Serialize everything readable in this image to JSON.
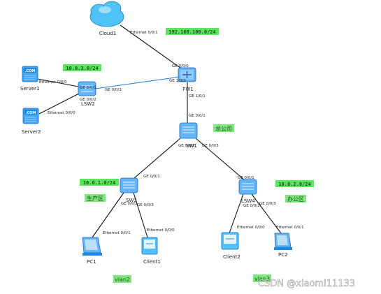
{
  "colors": {
    "link": "#111111",
    "link_highlight": "#2b7de0",
    "subnet_badge": "#5ee35e",
    "device_blue": "#1e88e5",
    "cloud_blue": "#4fc3f7"
  },
  "devices": {
    "cloud1": {
      "label": "Cloud1",
      "icon": "cloud-icon"
    },
    "fw1": {
      "label": "FW1",
      "icon": "firewall-icon"
    },
    "lsw2": {
      "label": "LSW2",
      "icon": "switch-icon"
    },
    "server1": {
      "label": "Server1",
      "icon": "server-icon",
      "badge": ".COM"
    },
    "server2": {
      "label": "Server2",
      "icon": "server-icon",
      "badge": ".COM"
    },
    "sw1": {
      "label": "SW1",
      "icon": "switch-icon"
    },
    "sw3": {
      "label": "SW3",
      "icon": "switch-icon"
    },
    "lsw4": {
      "label": "LSW4",
      "icon": "switch-icon"
    },
    "pc1": {
      "label": "PC1",
      "icon": "pc-icon"
    },
    "client1": {
      "label": "Client1",
      "icon": "client-icon"
    },
    "client2": {
      "label": "Client2",
      "icon": "client-icon"
    },
    "pc2": {
      "label": "PC2",
      "icon": "pc-icon"
    }
  },
  "subnets": {
    "internet": "192.168.100.0/24",
    "server_zone": "10.0.3.0/24",
    "production_zone": "10.0.1.0/24",
    "office_zone": "10.0.2.0/24"
  },
  "zones": {
    "headquarters": "总公司",
    "production": "生产区",
    "office": "办公区"
  },
  "vlans": {
    "left": "vlan2",
    "right": "vlan3"
  },
  "ports": {
    "cloud1_fw": "Ethernet 0/0/1",
    "fw1_ge000": "GE 0/0/0",
    "fw1_ge100": "GE 1/0/0",
    "fw1_ge101": "GE 1/0/1",
    "lsw2_ge001": "GE 0/0/1",
    "lsw2_ge002": "GE 0/0/2",
    "lsw2_ge003": "GE 0/0/3",
    "server1_eth": "Ethernet 0/0/0",
    "server2_eth": "Ethernet 0/0/0",
    "sw1_ge001": "GE 0/0/1",
    "sw1_ge002": "GE 0/0/2",
    "sw1_ge003": "GE 0/0/3",
    "sw3_ge001": "GE 0/0/1",
    "sw3_ge002": "GE 0/0/2",
    "sw3_ge003": "GE 0/0/3",
    "lsw4_ge001": "GE 0/0/1",
    "lsw4_ge002": "GE 0/0/2",
    "lsw4_ge003": "GE 0/0/3",
    "pc1_eth": "Ethernet 0/0/1",
    "client1_eth": "Ethernet 0/0/0",
    "client2_eth": "Ethernet 0/0/0",
    "pc2_eth": "Ethernet 0/0/1"
  },
  "watermark": "CSDN @xiaomi11133"
}
